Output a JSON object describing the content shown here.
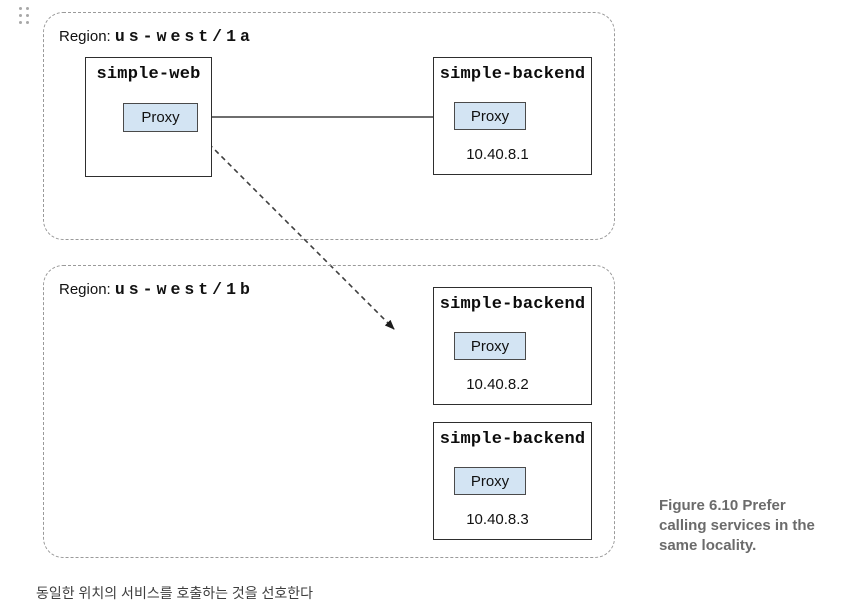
{
  "diagram": {
    "regions": [
      {
        "label_prefix": "Region:",
        "name": "us-west/1a",
        "services": [
          {
            "title": "simple-web",
            "proxy": "Proxy"
          },
          {
            "title": "simple-backend",
            "proxy": "Proxy",
            "ip": "10.40.8.1"
          }
        ]
      },
      {
        "label_prefix": "Region:",
        "name": "us-west/1b",
        "services": [
          {
            "title": "simple-backend",
            "proxy": "Proxy",
            "ip": "10.40.8.2"
          },
          {
            "title": "simple-backend",
            "proxy": "Proxy",
            "ip": "10.40.8.3"
          }
        ]
      }
    ],
    "arrows": [
      {
        "style": "solid",
        "from": "simple-web proxy",
        "to": "simple-backend proxy (10.40.8.1)"
      },
      {
        "style": "dashed",
        "from": "simple-web proxy",
        "to": "region us-west/1b"
      }
    ],
    "colors": {
      "proxy_fill": "#d3e4f3",
      "proxy_border": "#4a4a4a",
      "box_border": "#2e2e2e",
      "region_border": "#9a9a9a",
      "arrow": "#3f3f3f",
      "caption_text": "#6b6b6b"
    }
  },
  "caption": {
    "text": "Figure 6.10   Prefer\ncalling services in the\nsame locality."
  },
  "footnote": {
    "text": "동일한 위치의 서비스를 호출하는 것을 선호한다"
  }
}
